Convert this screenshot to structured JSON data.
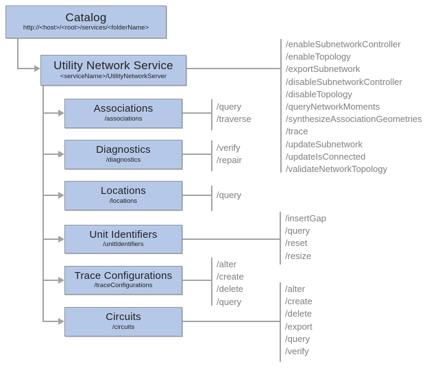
{
  "colors": {
    "box_fill": "#b6c8e8",
    "box_border": "#8e9399",
    "box_text": "#1f1f1f",
    "line": "#a3a3a3",
    "ops_text": "#7f7f7f"
  },
  "nodes": {
    "catalog": {
      "title": "Catalog",
      "subtitle": "http://<host>/<root>/services/<folderName>"
    },
    "utility_network_service": {
      "title": "Utility Network Service",
      "subtitle": "<serviceName>/UtilityNetworkServer",
      "operations": [
        "/enableSubnetworkController",
        "/enableTopology",
        "/exportSubnetwork",
        "/disableSubnetworkController",
        "/disableTopology",
        "/queryNetworkMoments",
        "/synthesizeAssociationGeometries",
        "/trace",
        "/updateSubnetwork",
        "/updateIsConnected",
        "/validateNetworkTopology"
      ]
    },
    "associations": {
      "title": "Associations",
      "subtitle": "/associations",
      "operations": [
        "/query",
        "/traverse"
      ]
    },
    "diagnostics": {
      "title": "Diagnostics",
      "subtitle": "/diagnostics",
      "operations": [
        "/verify",
        "/repair"
      ]
    },
    "locations": {
      "title": "Locations",
      "subtitle": "/locations",
      "operations": [
        "/query"
      ]
    },
    "unit_identifiers": {
      "title": "Unit Identifiers",
      "subtitle": "/unitIdentifiers",
      "operations": [
        "/insertGap",
        "/query",
        "/reset",
        "/resize"
      ]
    },
    "trace_configurations": {
      "title": "Trace Configurations",
      "subtitle": "/traceConfigurations",
      "operations": [
        "/alter",
        "/create",
        "/delete",
        "/query"
      ]
    },
    "circuits": {
      "title": "Circuits",
      "subtitle": "/circuits",
      "operations": [
        "/alter",
        "/create",
        "/delete",
        "/export",
        "/query",
        "/verify"
      ]
    }
  }
}
